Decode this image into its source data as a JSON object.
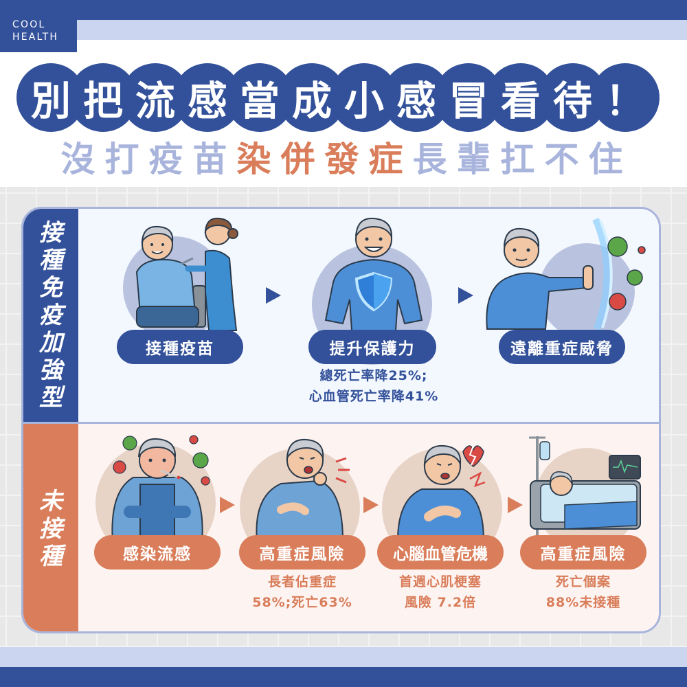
{
  "brand": {
    "logo_line1": "COOL",
    "logo_line2": "HEALTH"
  },
  "header": {
    "title_chars": [
      "別",
      "把",
      "流",
      "感",
      "當",
      "成",
      "小",
      "感",
      "冒",
      "看",
      "待",
      "！"
    ],
    "subtitle_parts": [
      {
        "text": "沒打疫苗",
        "tone": "light"
      },
      {
        "text": "染併發症",
        "tone": "orange"
      },
      {
        "text": "長輩扛不住",
        "tone": "light"
      }
    ],
    "subtitle_chars": [
      "沒",
      "打",
      "疫",
      "苗",
      "染",
      "併",
      "發",
      "症",
      "長",
      "輩",
      "扛",
      "不",
      "住"
    ]
  },
  "colors": {
    "primary_blue": "#33519a",
    "light_blue": "#a8b4dc",
    "lavender": "#ccd5f0",
    "accent_orange": "#d97d5a",
    "grid_gray": "#e8e8e8"
  },
  "vaccinated": {
    "label": "接種免疫加強型",
    "label_chars": [
      "接",
      "種",
      "免",
      "疫",
      "加",
      "強",
      "型"
    ],
    "steps": [
      {
        "pill": "接種疫苗",
        "illustration": "senior-receiving-vaccine-from-nurse",
        "note": []
      },
      {
        "pill": "提升保護力",
        "illustration": "senior-with-glowing-shield",
        "note": [
          "總死亡率降25%;",
          "心血管死亡率降41%"
        ]
      },
      {
        "pill": "遠離重症威脅",
        "illustration": "senior-blocking-viruses-with-barrier",
        "note": []
      }
    ]
  },
  "unvaccinated": {
    "label": "未接種",
    "label_chars": [
      "未",
      "接",
      "種"
    ],
    "steps": [
      {
        "pill": "感染流感",
        "illustration": "senior-with-fever-wrapped-in-blanket",
        "note": []
      },
      {
        "pill": "高重症風險",
        "illustration": "senior-coughing-holding-chest",
        "note": [
          "長者佔重症",
          "58%;死亡63%"
        ]
      },
      {
        "pill": "心腦血管危機",
        "illustration": "senior-with-broken-heart-chest-pain",
        "note": [
          "首週心肌梗塞",
          "風險 7.2倍"
        ]
      },
      {
        "pill": "高重症風險",
        "illustration": "senior-in-hospital-bed-with-iv-monitor",
        "note": [
          "死亡個案",
          "88%未接種"
        ]
      }
    ]
  }
}
